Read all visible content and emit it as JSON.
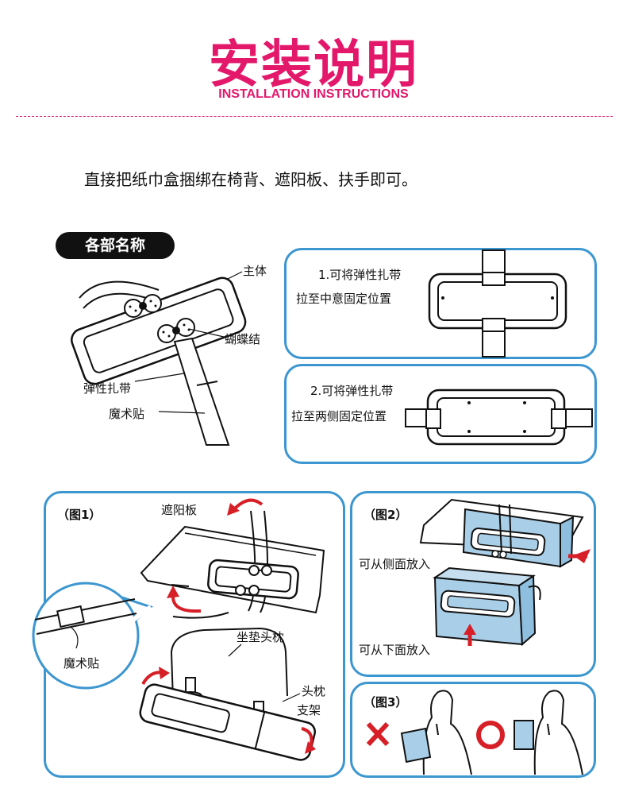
{
  "header": {
    "title": "安装说明",
    "subtitle": "INSTALLATION INSTRUCTIONS"
  },
  "intro": "直接把纸巾盒捆绑在椅背、遮阳板、扶手即可。",
  "parts": {
    "heading": "各部名称",
    "main_body": "主体",
    "bow": "蝴蝶结",
    "elastic_strap": "弹性扎带",
    "velcro": "魔术贴"
  },
  "option1": {
    "line1": "1.可将弹性扎带",
    "line2": "拉至中意固定位置"
  },
  "option2": {
    "line1": "2.可将弹性扎带",
    "line2": "拉至两侧固定位置"
  },
  "fig1": {
    "title": "（图1）",
    "sun_visor": "遮阳板",
    "velcro": "魔术贴",
    "headrest": "坐垫头枕",
    "bracket_line1": "头枕",
    "bracket_line2": "支架"
  },
  "fig2": {
    "title": "（图2）",
    "side": "可从侧面放入",
    "bottom": "可从下面放入"
  },
  "fig3": {
    "title": "（图3）"
  },
  "colors": {
    "accent": "#e3186b",
    "frame": "#3c96d0",
    "box_fill": "#a9cfe8",
    "arrow": "#d61f26"
  }
}
